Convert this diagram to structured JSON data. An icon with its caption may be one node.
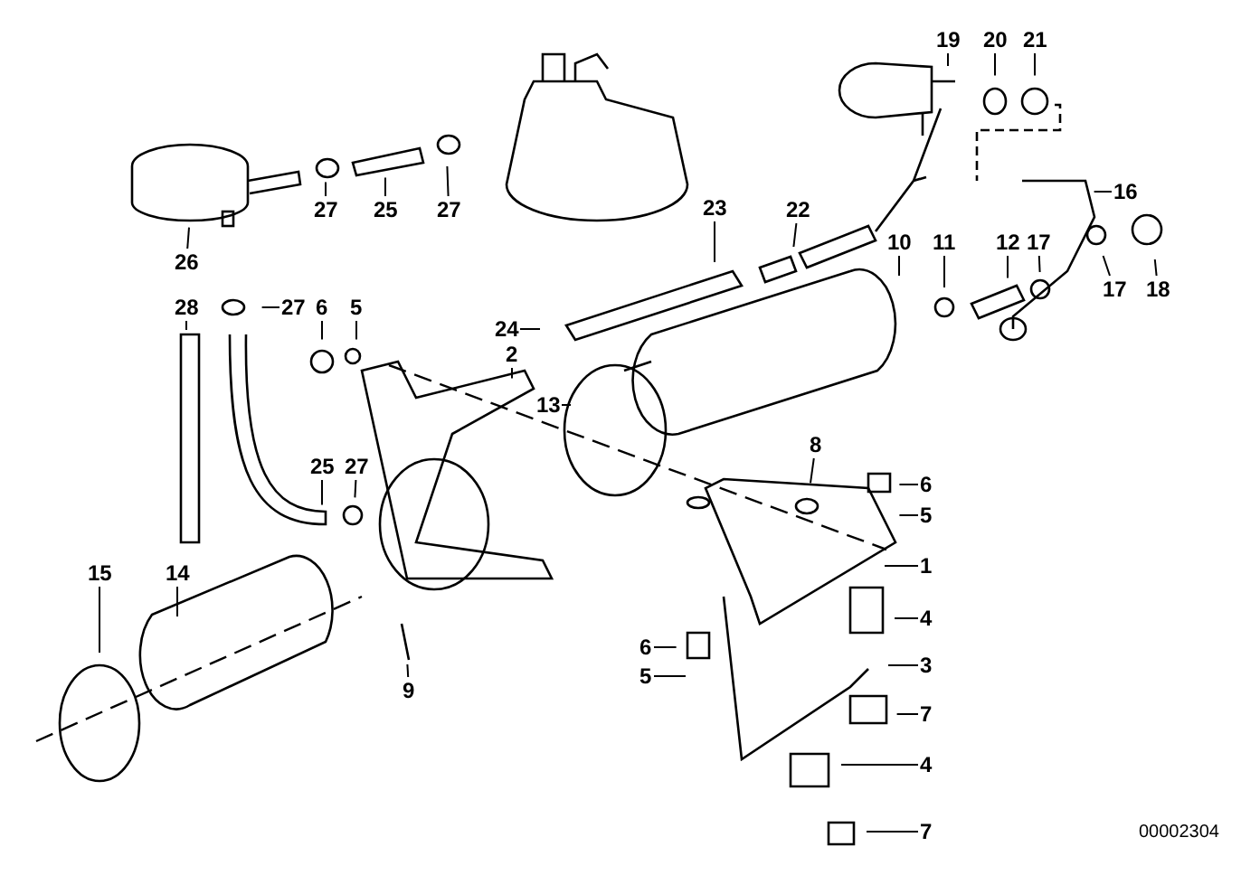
{
  "diagram": {
    "nodes": [
      {
        "text": [
          "19"
        ]
      },
      {
        "text": [
          "20"
        ]
      },
      {
        "text": [
          "21"
        ]
      },
      {
        "text": [
          "16"
        ]
      },
      {
        "text": [
          "27"
        ]
      },
      {
        "text": [
          "25"
        ]
      },
      {
        "text": [
          "27"
        ]
      },
      {
        "text": [
          "23"
        ]
      },
      {
        "text": [
          "22"
        ]
      },
      {
        "text": [
          "26"
        ]
      },
      {
        "text": [
          "10"
        ]
      },
      {
        "text": [
          "11"
        ]
      },
      {
        "text": [
          "12"
        ]
      },
      {
        "text": [
          "17"
        ]
      },
      {
        "text": [
          "17"
        ]
      },
      {
        "text": [
          "18"
        ]
      },
      {
        "text": [
          "28"
        ]
      },
      {
        "text": [
          "27"
        ]
      },
      {
        "text": [
          "6"
        ]
      },
      {
        "text": [
          "5"
        ]
      },
      {
        "text": [
          "24"
        ]
      },
      {
        "text": [
          "2"
        ]
      },
      {
        "text": [
          "13"
        ]
      },
      {
        "text": [
          "8"
        ]
      },
      {
        "text": [
          "6"
        ]
      },
      {
        "text": [
          "5"
        ]
      },
      {
        "text": [
          "25"
        ]
      },
      {
        "text": [
          "27"
        ]
      },
      {
        "text": [
          "1"
        ]
      },
      {
        "text": [
          "15"
        ]
      },
      {
        "text": [
          "14"
        ]
      },
      {
        "text": [
          "4"
        ]
      },
      {
        "text": [
          "6"
        ]
      },
      {
        "text": [
          "5"
        ]
      },
      {
        "text": [
          "3"
        ]
      },
      {
        "text": [
          "9"
        ]
      },
      {
        "text": [
          "7"
        ]
      },
      {
        "text": [
          "4"
        ]
      },
      {
        "text": [
          "7"
        ]
      }
    ],
    "edges": [
      {
        "from": 0,
        "to": null,
        "arrow": "none"
      },
      {
        "from": 1,
        "to": null,
        "arrow": "none"
      },
      {
        "from": 2,
        "to": null,
        "arrow": "none"
      },
      {
        "from": 3,
        "to": null,
        "arrow": "none"
      },
      {
        "from": 4,
        "to": null,
        "arrow": "none"
      },
      {
        "from": 5,
        "to": null,
        "arrow": "none"
      },
      {
        "from": 6,
        "to": null,
        "arrow": "none"
      },
      {
        "from": 7,
        "to": null,
        "arrow": "none"
      },
      {
        "from": 8,
        "to": null,
        "arrow": "none"
      },
      {
        "from": 9,
        "to": null,
        "arrow": "none"
      },
      {
        "from": 10,
        "to": null,
        "arrow": "none"
      },
      {
        "from": 11,
        "to": null,
        "arrow": "none"
      },
      {
        "from": 12,
        "to": null,
        "arrow": "none"
      },
      {
        "from": 13,
        "to": null,
        "arrow": "none"
      },
      {
        "from": 14,
        "to": null,
        "arrow": "none"
      },
      {
        "from": 15,
        "to": null,
        "arrow": "none"
      },
      {
        "from": 16,
        "to": null,
        "arrow": "none"
      },
      {
        "from": 17,
        "to": null,
        "arrow": "none"
      },
      {
        "from": 18,
        "to": null,
        "arrow": "none"
      },
      {
        "from": 19,
        "to": null,
        "arrow": "none"
      },
      {
        "from": 20,
        "to": null,
        "arrow": "none"
      },
      {
        "from": 21,
        "to": null,
        "arrow": "none"
      },
      {
        "from": 22,
        "to": null,
        "arrow": "none"
      },
      {
        "from": 23,
        "to": null,
        "arrow": "none"
      },
      {
        "from": 24,
        "to": null,
        "arrow": "none"
      },
      {
        "from": 25,
        "to": null,
        "arrow": "none"
      },
      {
        "from": 26,
        "to": null,
        "arrow": "none"
      },
      {
        "from": 27,
        "to": null,
        "arrow": "none"
      },
      {
        "from": 28,
        "to": null,
        "arrow": "none"
      },
      {
        "from": 29,
        "to": null,
        "arrow": "none"
      },
      {
        "from": 30,
        "to": null,
        "arrow": "none"
      },
      {
        "from": 31,
        "to": null,
        "arrow": "none"
      },
      {
        "from": 32,
        "to": null,
        "arrow": "none"
      },
      {
        "from": 33,
        "to": null,
        "arrow": "none"
      },
      {
        "from": 34,
        "to": null,
        "arrow": "none"
      },
      {
        "from": 35,
        "to": null,
        "arrow": "none"
      },
      {
        "from": 36,
        "to": null,
        "arrow": "none"
      },
      {
        "from": 37,
        "to": null,
        "arrow": "none"
      },
      {
        "from": 38,
        "to": null,
        "arrow": "none"
      }
    ],
    "labels": [
      "00002304"
    ]
  }
}
